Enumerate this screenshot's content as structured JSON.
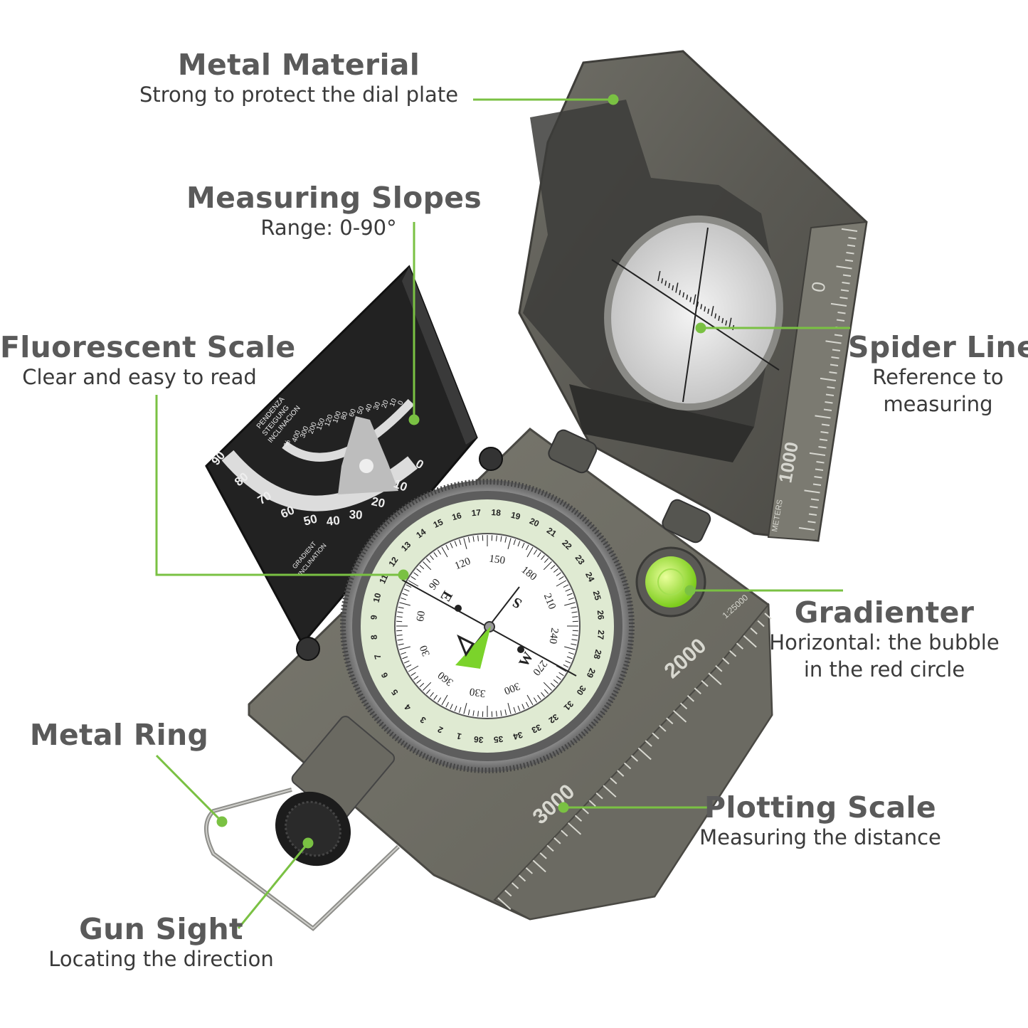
{
  "accent_color": "#7ac143",
  "callouts": {
    "metal_material": {
      "title": "Metal Material",
      "subtitle": "Strong to protect the dial plate"
    },
    "measuring_slopes": {
      "title": "Measuring Slopes",
      "subtitle": "Range: 0-90°"
    },
    "fluorescent_scale": {
      "title": "Fluorescent Scale",
      "subtitle": "Clear and easy to read"
    },
    "spider_line": {
      "title": "Spider Line",
      "subtitle1": "Reference to",
      "subtitle2": "measuring"
    },
    "gradienter": {
      "title": "Gradienter",
      "subtitle1": "Horizontal: the bubble",
      "subtitle2": "in the red circle"
    },
    "metal_ring": {
      "title": "Metal Ring"
    },
    "plotting_scale": {
      "title": "Plotting Scale",
      "subtitle": "Measuring the distance"
    },
    "gun_sight": {
      "title": "Gun Sight",
      "subtitle": "Locating the direction"
    }
  },
  "compass": {
    "clinometer_words": [
      "PENDENZA",
      "STEIGUNG",
      "INCLINACION"
    ],
    "clinometer_percent": [
      "%",
      "400",
      "300",
      "200",
      "150",
      "120",
      "100",
      "80",
      "60",
      "50",
      "40",
      "30",
      "20",
      "10",
      "0"
    ],
    "clinometer_degrees": [
      "90",
      "80",
      "70",
      "60",
      "50",
      "40",
      "30",
      "20",
      "10",
      "0"
    ],
    "clinometer_footer": [
      "GRADIENT",
      "INCLINATION"
    ],
    "lid_scale": [
      "0",
      "1000",
      "METERS"
    ],
    "base_scale": [
      "1:25000",
      "2000",
      "3000"
    ],
    "dial_degrees": [
      "120",
      "150",
      "180",
      "210",
      "240",
      "270",
      "300",
      "330",
      "360",
      "30",
      "60",
      "90"
    ],
    "dial_letters": [
      "S",
      "W",
      "E"
    ],
    "ring_numbers": [
      "1",
      "2",
      "3",
      "4",
      "5",
      "6",
      "7",
      "8",
      "9",
      "10",
      "11",
      "12",
      "13",
      "14",
      "15",
      "16",
      "17",
      "18",
      "19",
      "20",
      "21",
      "22",
      "23",
      "24",
      "25",
      "26",
      "27",
      "28",
      "29",
      "30",
      "31",
      "32",
      "33",
      "34",
      "35",
      "36"
    ]
  }
}
